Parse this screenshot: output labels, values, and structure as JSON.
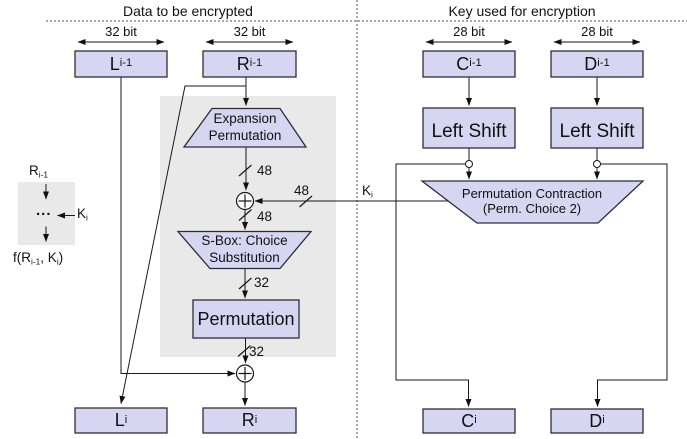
{
  "header": {
    "left_title": "Data to be encrypted",
    "right_title": "Key used for encryption"
  },
  "dimensions": {
    "l": "32 bit",
    "r": "32 bit",
    "c": "28 bit",
    "d": "28 bit"
  },
  "registers": {
    "l_prev": {
      "base": "L",
      "sub": "i-1"
    },
    "r_prev": {
      "base": "R",
      "sub": "i-1"
    },
    "c_prev": {
      "base": "C",
      "sub": "i-1"
    },
    "d_prev": {
      "base": "D",
      "sub": "i-1"
    },
    "l_next": {
      "base": "L",
      "sub": "i"
    },
    "r_next": {
      "base": "R",
      "sub": "i"
    },
    "c_next": {
      "base": "C",
      "sub": "i"
    },
    "d_next": {
      "base": "D",
      "sub": "i"
    }
  },
  "blocks": {
    "expansion": {
      "line1": "Expansion",
      "line2": "Permutation"
    },
    "sbox": {
      "line1": "S-Box: Choice",
      "line2": "Substitution"
    },
    "permutation": "Permutation",
    "left_shift_c": "Left Shift",
    "left_shift_d": "Left Shift",
    "perm_contraction": {
      "line1": "Permutation Contraction",
      "line2": "(Perm. Choice 2)"
    }
  },
  "bit_labels": {
    "after_expansion": "48",
    "key_into_xor": "48",
    "into_sbox": "48",
    "after_sbox": "32",
    "after_permutation": "32"
  },
  "key_label": {
    "base": "K",
    "sub": "i"
  },
  "legend": {
    "input": {
      "base": "R",
      "sub": "i-1"
    },
    "dots": "...",
    "key": {
      "base": "K",
      "sub": "i"
    },
    "output": {
      "p1": "f(R",
      "s1": "i-1",
      "p2": ", K",
      "s2": "i",
      "p3": ")"
    }
  },
  "colors": {
    "box_fill": "#d6d6f2",
    "box_border": "#2c2c38",
    "region_gray": "#e9e9e9",
    "line": "#191919"
  }
}
